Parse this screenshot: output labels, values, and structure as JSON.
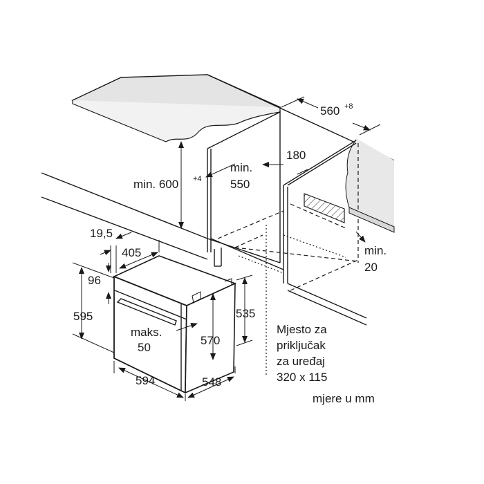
{
  "diagram": {
    "countertop": {
      "height_label": "min. 600",
      "height_tolerance": "+4"
    },
    "niche": {
      "depth_label_line1": "min.",
      "depth_label_line2": "550",
      "width_label": "560",
      "width_tolerance": "+8",
      "side_gap_label": "180",
      "rear_gap_label_line1": "min.",
      "rear_gap_label_line2": "20"
    },
    "oven": {
      "frame_label": "19,5",
      "depth_top_label": "405",
      "panel_label": "96",
      "height_label": "595",
      "door_label_line1": "maks.",
      "door_label_line2": "50",
      "inner_height_label": "570",
      "body_height_label": "535",
      "width_label": "594",
      "depth_label": "548"
    },
    "connection_note": [
      "Mjesto za",
      "priključak",
      "za uređaj",
      "320 x 115"
    ],
    "units_note": "mjere u mm"
  }
}
